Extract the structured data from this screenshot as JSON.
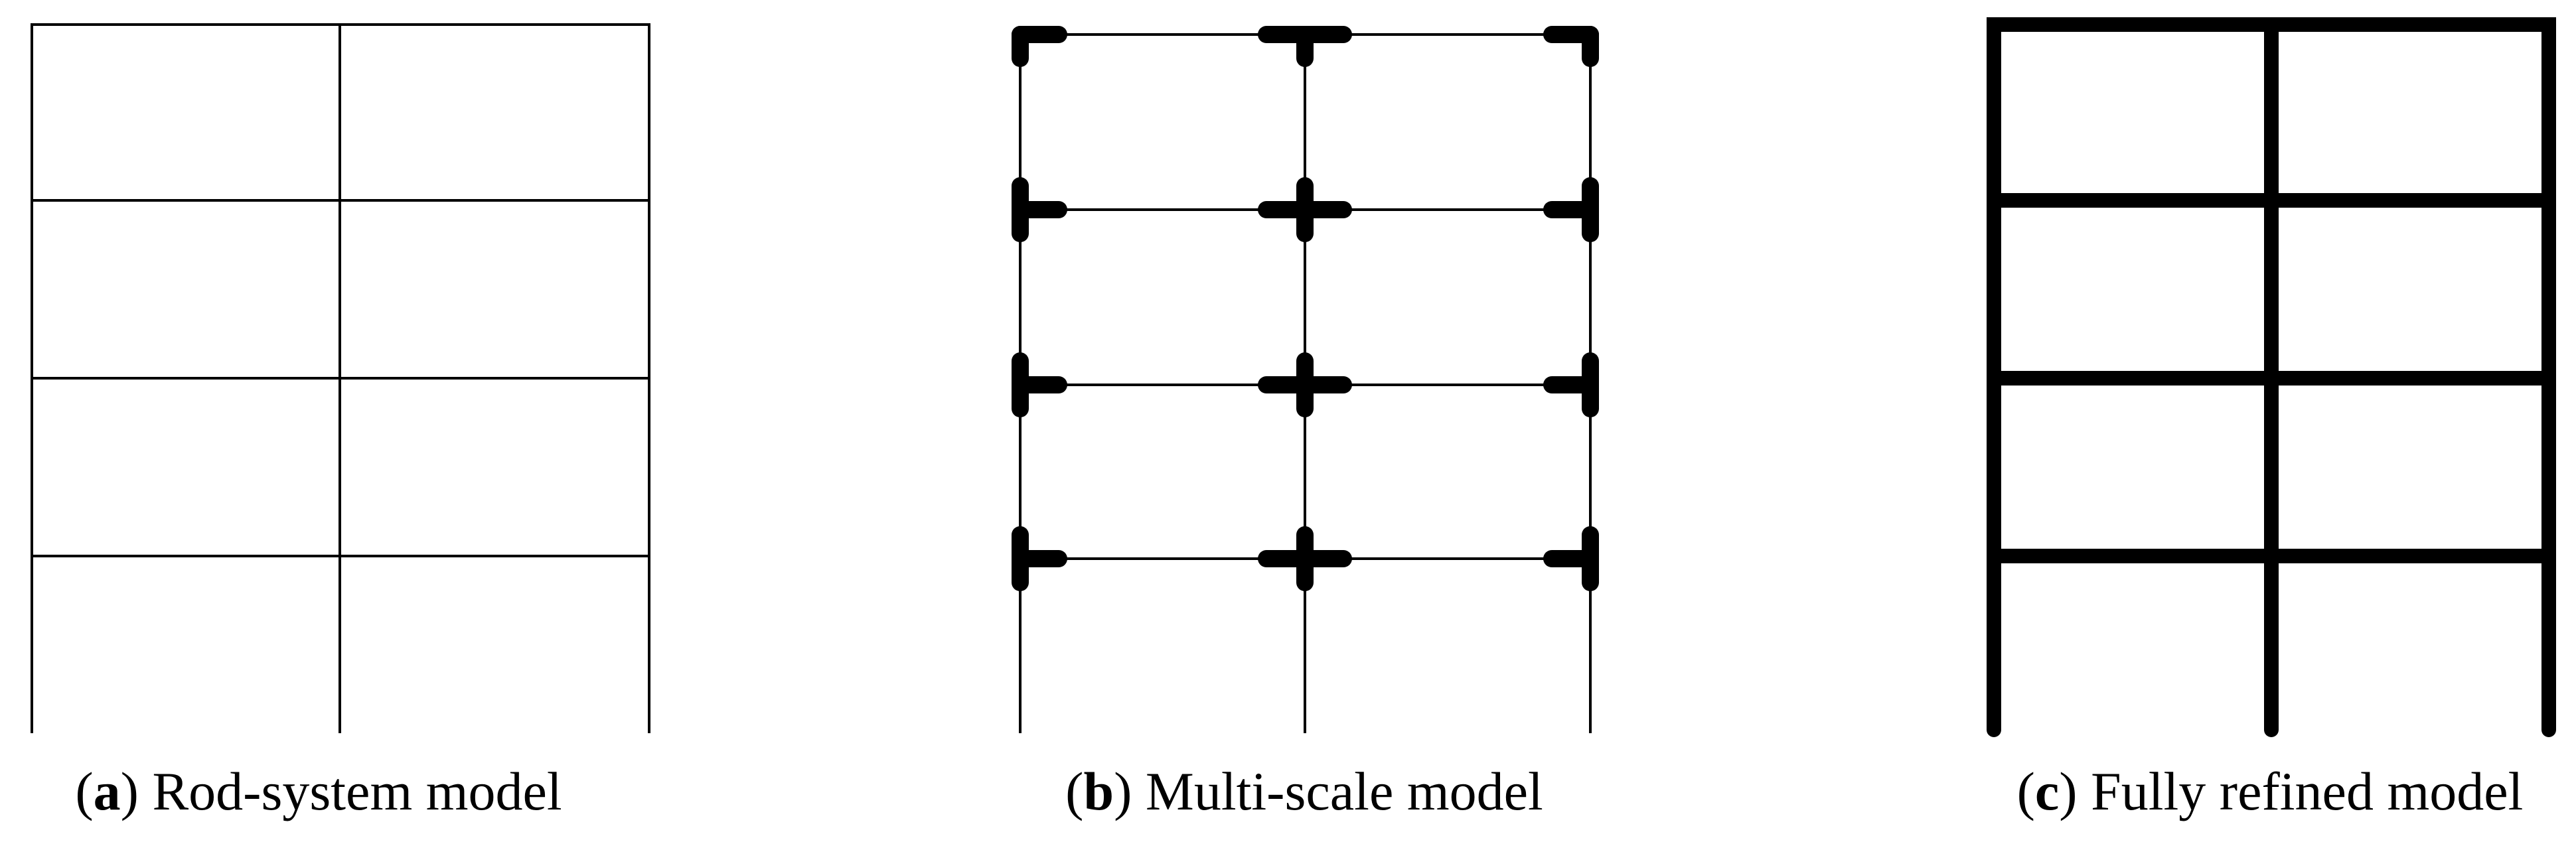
{
  "colors": {
    "frame": "#000000",
    "background": "#ffffff"
  },
  "panels": [
    {
      "id": "a",
      "letter": "a",
      "caption": "Rod-system model",
      "bays": 2,
      "storeys": 4,
      "style": "thin lines"
    },
    {
      "id": "b",
      "letter": "b",
      "caption": "Multi-scale model",
      "bays": 2,
      "storeys": 4,
      "style": "thin lines with thick refined joint regions"
    },
    {
      "id": "c",
      "letter": "c",
      "caption": "Fully refined model",
      "bays": 2,
      "storeys": 4,
      "style": "thick lines"
    }
  ]
}
